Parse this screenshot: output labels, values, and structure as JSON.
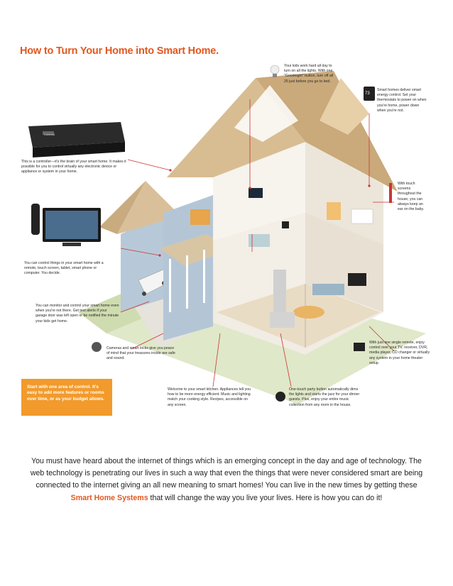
{
  "title": "How to Turn Your Home into Smart Home.",
  "captions": {
    "controller": "This is a controller—it's the brain of your smart home. It makes it possible for you to control virtually any electronic device or appliance or system in your home.",
    "controller_badge": "Control4",
    "remote": "You can control things in your smart home with a remote, touch screen, tablet, smart phone or computer. You decide.",
    "garage": "You can monitor and control your smart home even when you're not there. Get text alerts if your garage door was left open or be notified the minute your kids get home.",
    "cameras": "Cameras and smart locks give you peace of mind that your treasures inside are safe and sound.",
    "lights": "Your kids work hard all day to turn on all the lights. With one \"Goodnight\" button, turn off all 25 just before you go to bed.",
    "energy": "Smart homes deliver smart energy control. Set your thermostats to power on when you're home, power down when you're not.",
    "thermostat_value": "73",
    "touch": "With touch screens throughout the house, you can always keep an ear on the baby.",
    "remote_single": "With just one single remote, enjoy control over your TV, receiver, DVR, media player, CD changer or virtually any system in your home theater setup.",
    "kitchen": "Welcome to your smart kitchen. Appliances tell you how to be more energy efficient. Music and lighting match your cooking style. Recipes, accessible on any screen.",
    "party": "One-touch party button automatically dims the lights and starts the jazz for your dinner guests. Plus, enjoy your entire music collection from any room in the house.",
    "start": "Start with one area of control. It's easy to add more features or rooms over time, or as your budget allows."
  },
  "body": {
    "text_before": "You must have heard about the internet of things which is an emerging concept in the day and age of technology. The web technology is penetrating our lives in such a way that even the things that were never considered smart are being connected to the internet giving an all new meaning to smart homes! You can live in the new times by getting these ",
    "link_text": "Smart Home Systems",
    "text_after": " that will change the way you live your lives. Here is how you can do it!"
  },
  "colors": {
    "accent": "#e2571e",
    "orange_box": "#f29a2b",
    "callout_line": "#cc3333"
  }
}
